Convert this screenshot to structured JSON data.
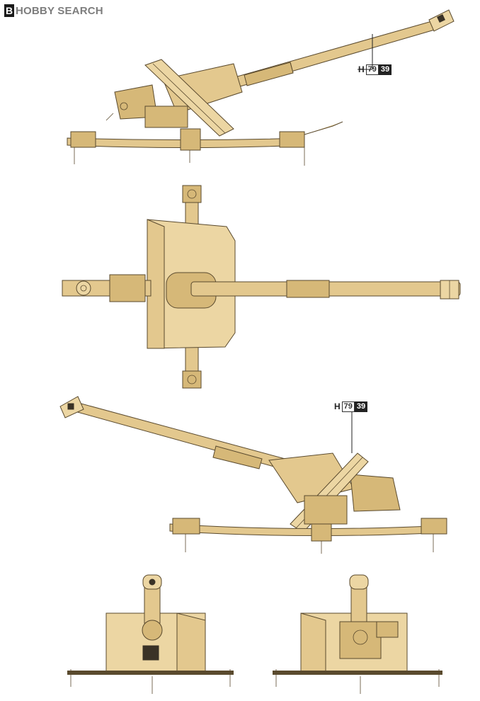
{
  "logo": {
    "badge": "B",
    "text": "HOBBY SEARCH"
  },
  "callouts": [
    {
      "letter": "H",
      "part": "79",
      "number": "39"
    },
    {
      "letter": "H",
      "part": "79",
      "number": "39"
    }
  ],
  "colors": {
    "sand": "#e3c88e",
    "outline": "#5a4a2e"
  }
}
